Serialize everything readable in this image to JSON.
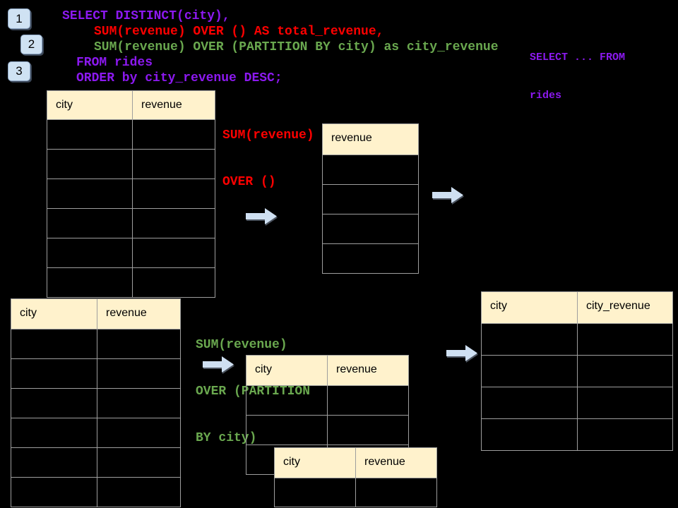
{
  "colors": {
    "background": "#000000",
    "keyword_purple": "#8C19F0",
    "total_red": "#FF0000",
    "partition_green": "#6AA84F",
    "badge_blue": "#CFE2F3",
    "arrow_blue": "#CFE0F2",
    "table_header_fill": "#FFF2CC",
    "table_border": "#9E9E9E"
  },
  "badges": [
    {
      "label": "1"
    },
    {
      "label": "2"
    },
    {
      "label": "3"
    }
  ],
  "sql": {
    "line1": "SELECT DISTINCT(city),",
    "line2": "SUM(revenue) OVER () AS total_revenue,",
    "line3": "SUM(revenue) OVER (PARTITION BY city) as city_revenue",
    "line4": "FROM rides",
    "line5": "ORDER by city_revenue DESC;"
  },
  "labels": {
    "from_snippet": {
      "line1": "SELECT ... FROM",
      "line2": "rides"
    },
    "total_window": {
      "line1": "SUM(revenue)",
      "line2": "OVER ()"
    },
    "partition_window": {
      "line1": "SUM(revenue)",
      "line2": "OVER (PARTITION",
      "line3": "BY city)"
    }
  },
  "tables": {
    "source_top": {
      "headers": [
        "city",
        "revenue"
      ],
      "rows": 6
    },
    "total_revenue": {
      "headers": [
        "revenue"
      ],
      "rows": 4
    },
    "source_bottom": {
      "headers": [
        "city",
        "revenue"
      ],
      "rows": 6
    },
    "partition_a": {
      "headers": [
        "city",
        "revenue"
      ],
      "rows": 3
    },
    "partition_b": {
      "headers": [
        "city",
        "revenue"
      ],
      "rows": 1
    },
    "result": {
      "headers": [
        "city",
        "city_revenue"
      ],
      "rows": 4
    }
  }
}
